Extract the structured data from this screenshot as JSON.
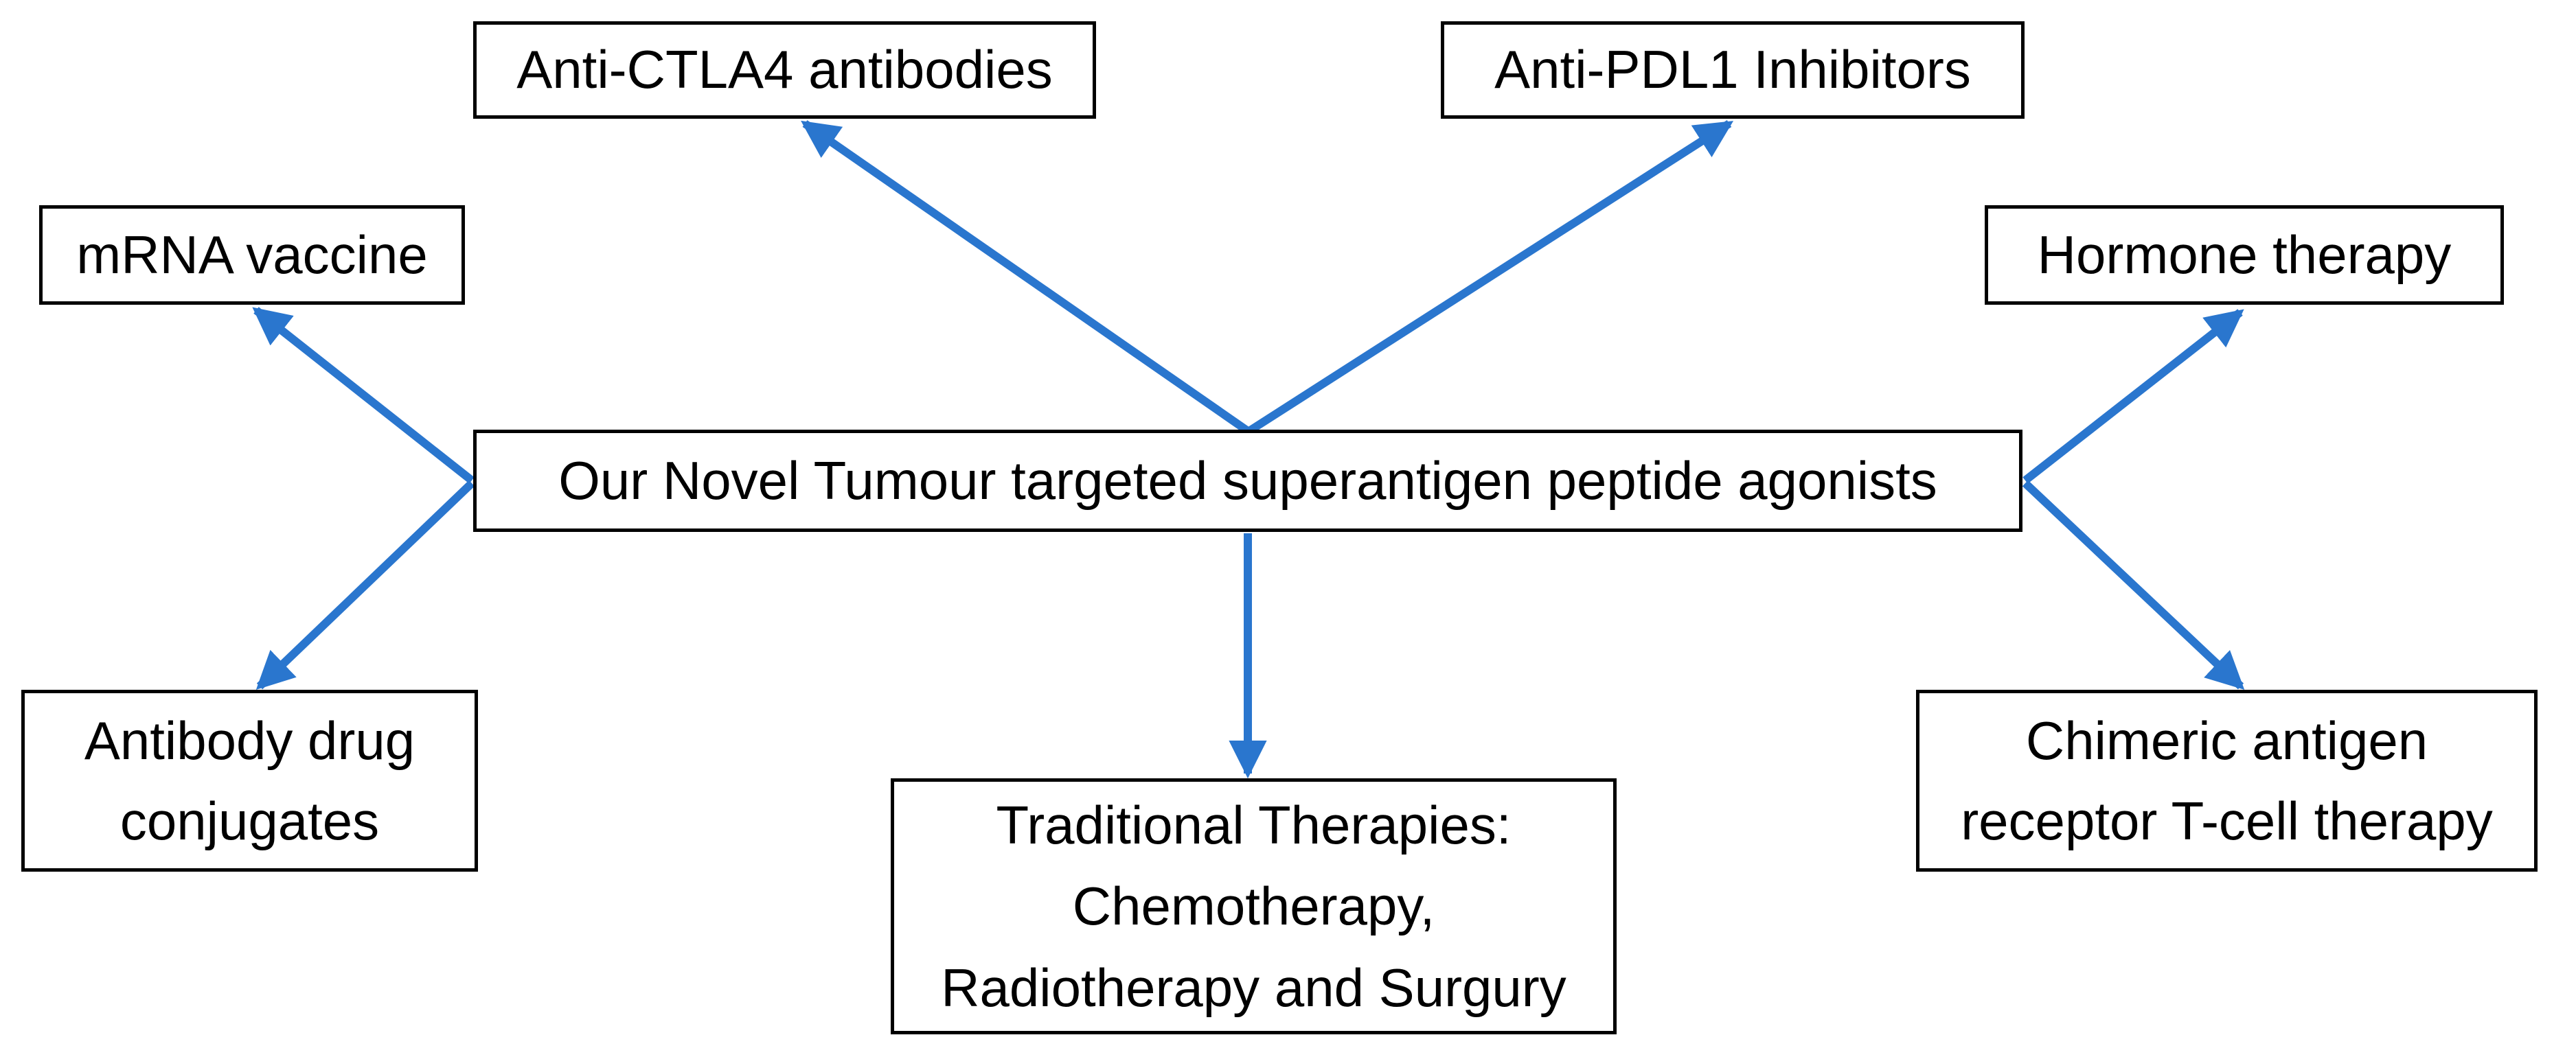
{
  "diagram": {
    "background_color": "#ffffff",
    "arrow_color": "#2A76CE",
    "box_border_color": "#000000",
    "text_color": "#000000",
    "center_node": {
      "label": "Our Novel Tumour targeted superantigen peptide agonists"
    },
    "nodes": {
      "anti_ctla4": {
        "label": "Anti-CTLA4 antibodies"
      },
      "anti_pdl1": {
        "label": "Anti-PDL1 Inhibitors"
      },
      "mrna_vaccine": {
        "label": "mRNA vaccine"
      },
      "hormone_therapy": {
        "label": "Hormone therapy"
      },
      "antibody_drug_conjugates": {
        "lines": [
          "Antibody drug",
          "conjugates"
        ]
      },
      "car_t_cell": {
        "lines": [
          "Chimeric antigen",
          "receptor T-cell therapy"
        ]
      },
      "traditional_therapies": {
        "lines": [
          "Traditional Therapies:",
          "Chemotherapy,",
          "Radiotherapy and Surgury"
        ]
      }
    }
  }
}
